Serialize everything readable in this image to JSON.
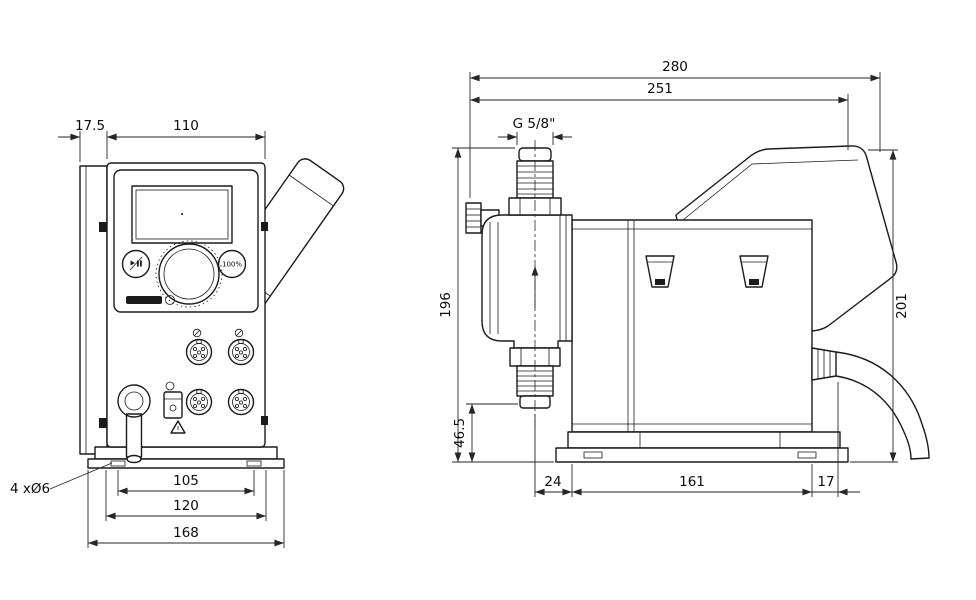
{
  "front_view": {
    "dims": {
      "plate_depth": "17.5",
      "body_width": "110",
      "holes_note": "4 xØ6",
      "slot_spacing": "105",
      "base_width": "120",
      "flange_width": "168"
    },
    "controls": {
      "capacity_button": "100%"
    }
  },
  "side_view": {
    "dims": {
      "overall_depth": "280",
      "depth_to_rear": "251",
      "thread_size": "G 5/8\"",
      "height_total": "196",
      "outlet_height": "46.5",
      "head_offset": "24",
      "body_length": "161",
      "rear_offset": "17",
      "cube_height": "201"
    }
  }
}
